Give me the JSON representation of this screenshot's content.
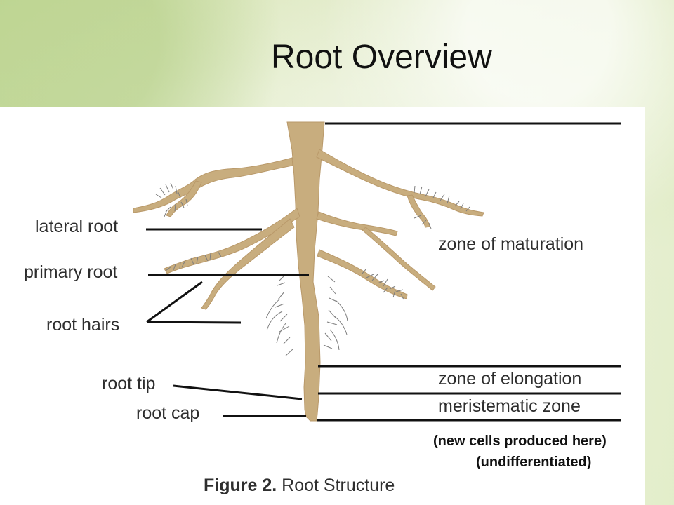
{
  "title": "Root Overview",
  "labels": {
    "lateral_root": "lateral root",
    "primary_root": "primary root",
    "root_hairs": "root hairs",
    "root_tip": "root tip",
    "root_cap": "root cap",
    "zone_maturation": "zone of maturation",
    "zone_elongation": "zone of elongation",
    "meristematic_zone": "meristematic zone"
  },
  "notes": {
    "new_cells": "(new cells produced here)",
    "undifferentiated": "(undifferentiated)"
  },
  "caption": {
    "figure": "Figure 2.",
    "text": "Root Structure"
  },
  "colors": {
    "root": "#c8ad7e",
    "root_shadow": "#b9996a",
    "hair": "#7d7d7d",
    "line": "#111111",
    "panel": "#ffffff"
  }
}
